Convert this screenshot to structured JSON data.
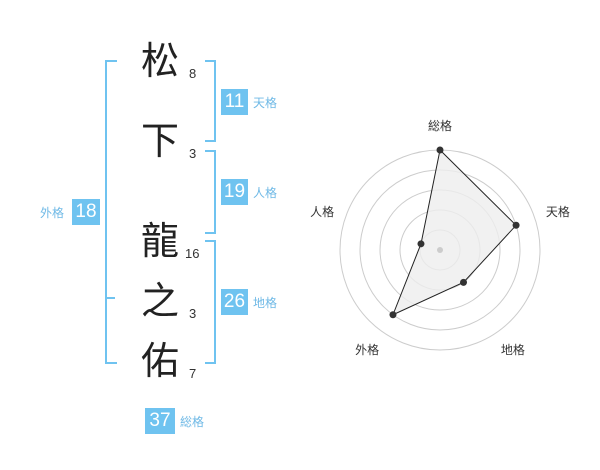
{
  "name_chars": [
    {
      "char": "松",
      "strokes": "8"
    },
    {
      "char": "下",
      "strokes": "3"
    },
    {
      "char": "龍",
      "strokes": "16"
    },
    {
      "char": "之",
      "strokes": "3"
    },
    {
      "char": "佑",
      "strokes": "7"
    }
  ],
  "kaku": {
    "ten": {
      "label": "天格",
      "value": "11"
    },
    "jin": {
      "label": "人格",
      "value": "19"
    },
    "chi": {
      "label": "地格",
      "value": "26"
    },
    "gai": {
      "label": "外格",
      "value": "18"
    },
    "sou": {
      "label": "総格",
      "value": "37"
    }
  },
  "colors": {
    "accent": "#6fc3f0",
    "text": "#222222",
    "radar_fill": "#eeeeee",
    "radar_line": "#222222"
  },
  "chart_data": {
    "type": "radar",
    "axes": [
      "総格",
      "天格",
      "地格",
      "外格",
      "人格"
    ],
    "values": [
      5,
      4,
      2,
      4,
      1
    ],
    "max": 5,
    "rings": 5
  }
}
